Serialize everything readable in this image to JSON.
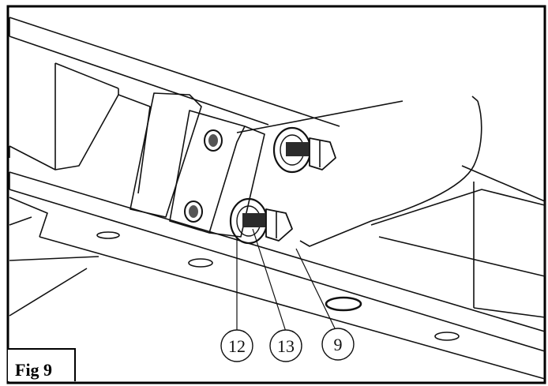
{
  "figure": {
    "label": "Fig 9",
    "colors": {
      "line": "#111111",
      "background": "#ffffff",
      "shade": "#4a4a4a"
    },
    "callouts": [
      {
        "id": "12",
        "text": "12"
      },
      {
        "id": "13",
        "text": "13"
      },
      {
        "id": "9",
        "text": "9"
      }
    ]
  }
}
